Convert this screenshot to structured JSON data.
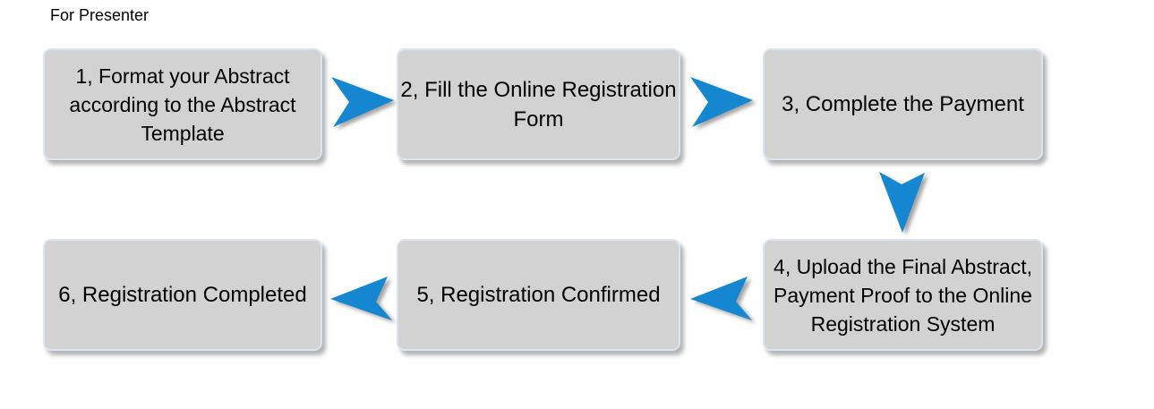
{
  "header": {
    "title": "For Presenter"
  },
  "flowchart": {
    "boxes": [
      {
        "id": "step-1",
        "lines": [
          "1, Format your Abstract",
          "according to the Abstract",
          "Template"
        ]
      },
      {
        "id": "step-2",
        "lines": [
          "2, Fill the Online Registration",
          "Form"
        ]
      },
      {
        "id": "step-3",
        "lines": [
          "3, Complete the Payment"
        ]
      },
      {
        "id": "step-4",
        "lines": [
          "4, Upload the Final Abstract,",
          "Payment Proof to the Online",
          "Registration System"
        ]
      },
      {
        "id": "step-5",
        "lines": [
          "5, Registration Confirmed"
        ]
      },
      {
        "id": "step-6",
        "lines": [
          "6, Registration Completed"
        ]
      }
    ],
    "connections": [
      {
        "from": "step-1",
        "to": "step-2",
        "direction": "right"
      },
      {
        "from": "step-2",
        "to": "step-3",
        "direction": "right"
      },
      {
        "from": "step-3",
        "to": "step-4",
        "direction": "down"
      },
      {
        "from": "step-4",
        "to": "step-5",
        "direction": "left"
      },
      {
        "from": "step-5",
        "to": "step-6",
        "direction": "left"
      }
    ]
  },
  "colors": {
    "background": "#ffffff",
    "box_fill": "#d2d2d2",
    "box_border": "#dbe5f1",
    "arrow_blue": "#1487d0",
    "text": "#000000"
  }
}
